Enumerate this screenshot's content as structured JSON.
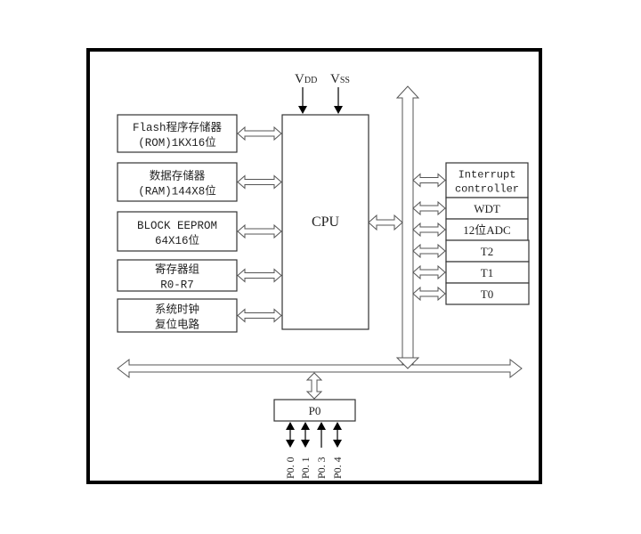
{
  "diagram": {
    "type": "mcu-block-diagram",
    "supply": {
      "vdd": "V",
      "vdd_sub": "DD",
      "vss": "V",
      "vss_sub": "SS"
    },
    "cpu": {
      "label": "CPU"
    },
    "memory_blocks": [
      {
        "line1": "Flash程序存储器",
        "line2": "(ROM)1KX16位"
      },
      {
        "line1": "数据存储器",
        "line2": "(RAM)144X8位"
      },
      {
        "line1": "BLOCK EEPROM",
        "line2": "64X16位"
      },
      {
        "line1": "寄存器组",
        "line2": "R0-R7"
      },
      {
        "line1": "系统时钟",
        "line2": "复位电路"
      }
    ],
    "peripherals": [
      {
        "line1": "Interrupt",
        "line2": "controller"
      },
      {
        "line1": "WDT"
      },
      {
        "line1": "12位ADC"
      },
      {
        "line1": "T2"
      },
      {
        "line1": "T1"
      },
      {
        "line1": "T0"
      }
    ],
    "port": {
      "label": "P0",
      "pins": [
        {
          "name": "P0. 0",
          "direction": "bidirectional"
        },
        {
          "name": "P0. 1",
          "direction": "bidirectional"
        },
        {
          "name": "P0. 3",
          "direction": "input"
        },
        {
          "name": "P0. 4",
          "direction": "bidirectional"
        }
      ]
    },
    "colors": {
      "stroke": "#333333",
      "frame": "#000000",
      "background": "#ffffff"
    }
  }
}
